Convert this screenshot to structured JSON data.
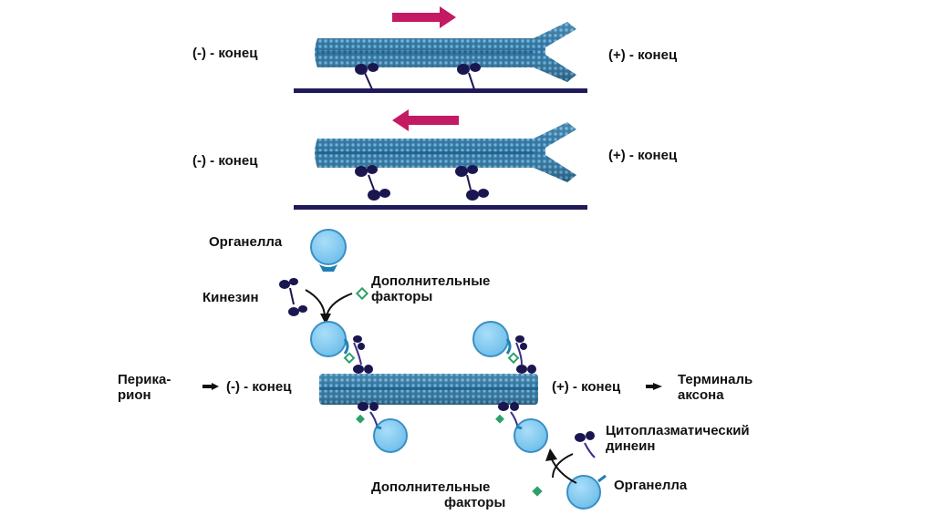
{
  "colors": {
    "microtubule": "#2e6f99",
    "microtubule_dark": "#1f4f72",
    "microtubule_light": "#5aa9d6",
    "track": "#1f1a5c",
    "motor": "#1a1650",
    "organelle": "#7cc8ee",
    "organelle_stroke": "#3a8fc4",
    "factor": "#2ea06a",
    "direction_arrow": "#c41a64",
    "text": "#111111"
  },
  "panel_1": {
    "minus_label": "(-) - конец",
    "plus_label": "(+) - конец",
    "arrow_direction": "right"
  },
  "panel_2": {
    "minus_label": "(-) - конец",
    "plus_label": "(+) - конец",
    "arrow_direction": "left"
  },
  "panel_3": {
    "organelle_top_label": "Органелла",
    "kinesin_label": "Кинезин",
    "factors_top_line1": "Дополнительные",
    "factors_top_line2": "факторы",
    "perikaryon_line1": "Перика-",
    "perikaryon_line2": "рион",
    "minus_label": "(-) - конец",
    "plus_label": "(+) - конец",
    "terminal_line1": "Терминаль",
    "terminal_line2": "аксона",
    "dynein_line1": "Цитоплазматический",
    "dynein_line2": "динеин",
    "organelle_bottom_label": "Органелла",
    "factors_bottom_line1": "Дополнительные",
    "factors_bottom_line2": "факторы"
  }
}
